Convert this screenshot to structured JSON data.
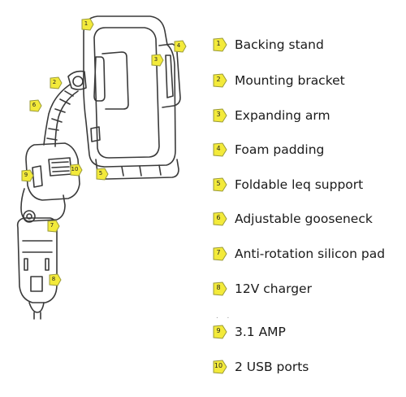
{
  "legend": {
    "items": [
      {
        "num": "1",
        "label": "Backing stand"
      },
      {
        "num": "2",
        "label": "Mounting bracket"
      },
      {
        "num": "3",
        "label": "Expanding arm"
      },
      {
        "num": "4",
        "label": "Foam padding"
      },
      {
        "num": "5",
        "label": "Foldable leq support"
      },
      {
        "num": "6",
        "label": "Adjustable gooseneck"
      },
      {
        "num": "7",
        "label": "Anti-rotation silicon pad"
      },
      {
        "num": "8",
        "label": "12V charger"
      },
      {
        "num": "9",
        "label": "3.1 AMP"
      },
      {
        "num": "10",
        "label": "2 USB ports"
      }
    ],
    "separator": ". ."
  },
  "callouts": [
    "1",
    "2",
    "3",
    "4",
    "5",
    "6",
    "7",
    "8",
    "9",
    "10"
  ],
  "colors": {
    "badge_fill": "#f3ea3a",
    "badge_stroke": "#9a9a3a",
    "line_art": "#3a3a3a"
  }
}
